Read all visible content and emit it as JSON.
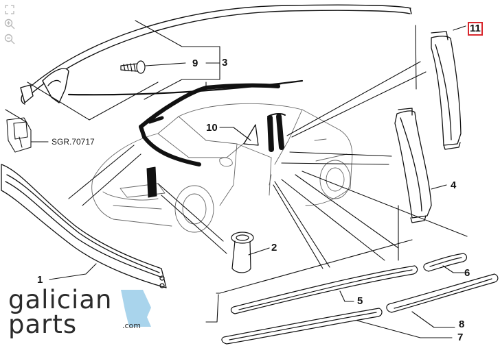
{
  "viewer": {
    "controls": [
      {
        "name": "fit-screen-icon",
        "label": "fit"
      },
      {
        "name": "zoom-in-icon",
        "label": "zoom in"
      },
      {
        "name": "zoom-out-icon",
        "label": "zoom out"
      }
    ]
  },
  "diagram": {
    "callouts": [
      {
        "id": "1",
        "text": "1"
      },
      {
        "id": "2",
        "text": "2"
      },
      {
        "id": "3",
        "text": "3"
      },
      {
        "id": "4",
        "text": "4"
      },
      {
        "id": "5",
        "text": "5"
      },
      {
        "id": "6",
        "text": "6"
      },
      {
        "id": "7",
        "text": "7"
      },
      {
        "id": "8",
        "text": "8"
      },
      {
        "id": "9",
        "text": "9"
      },
      {
        "id": "10",
        "text": "10"
      },
      {
        "id": "11",
        "text": "11",
        "highlighted": true
      }
    ],
    "reference_label": "SGR.70717",
    "highlight_color": "#d8262c",
    "line_color": "#111111"
  },
  "logo": {
    "line1": "galician",
    "line2": "parts",
    "suffix": ".com",
    "accent_color": "#a9d4ec"
  }
}
